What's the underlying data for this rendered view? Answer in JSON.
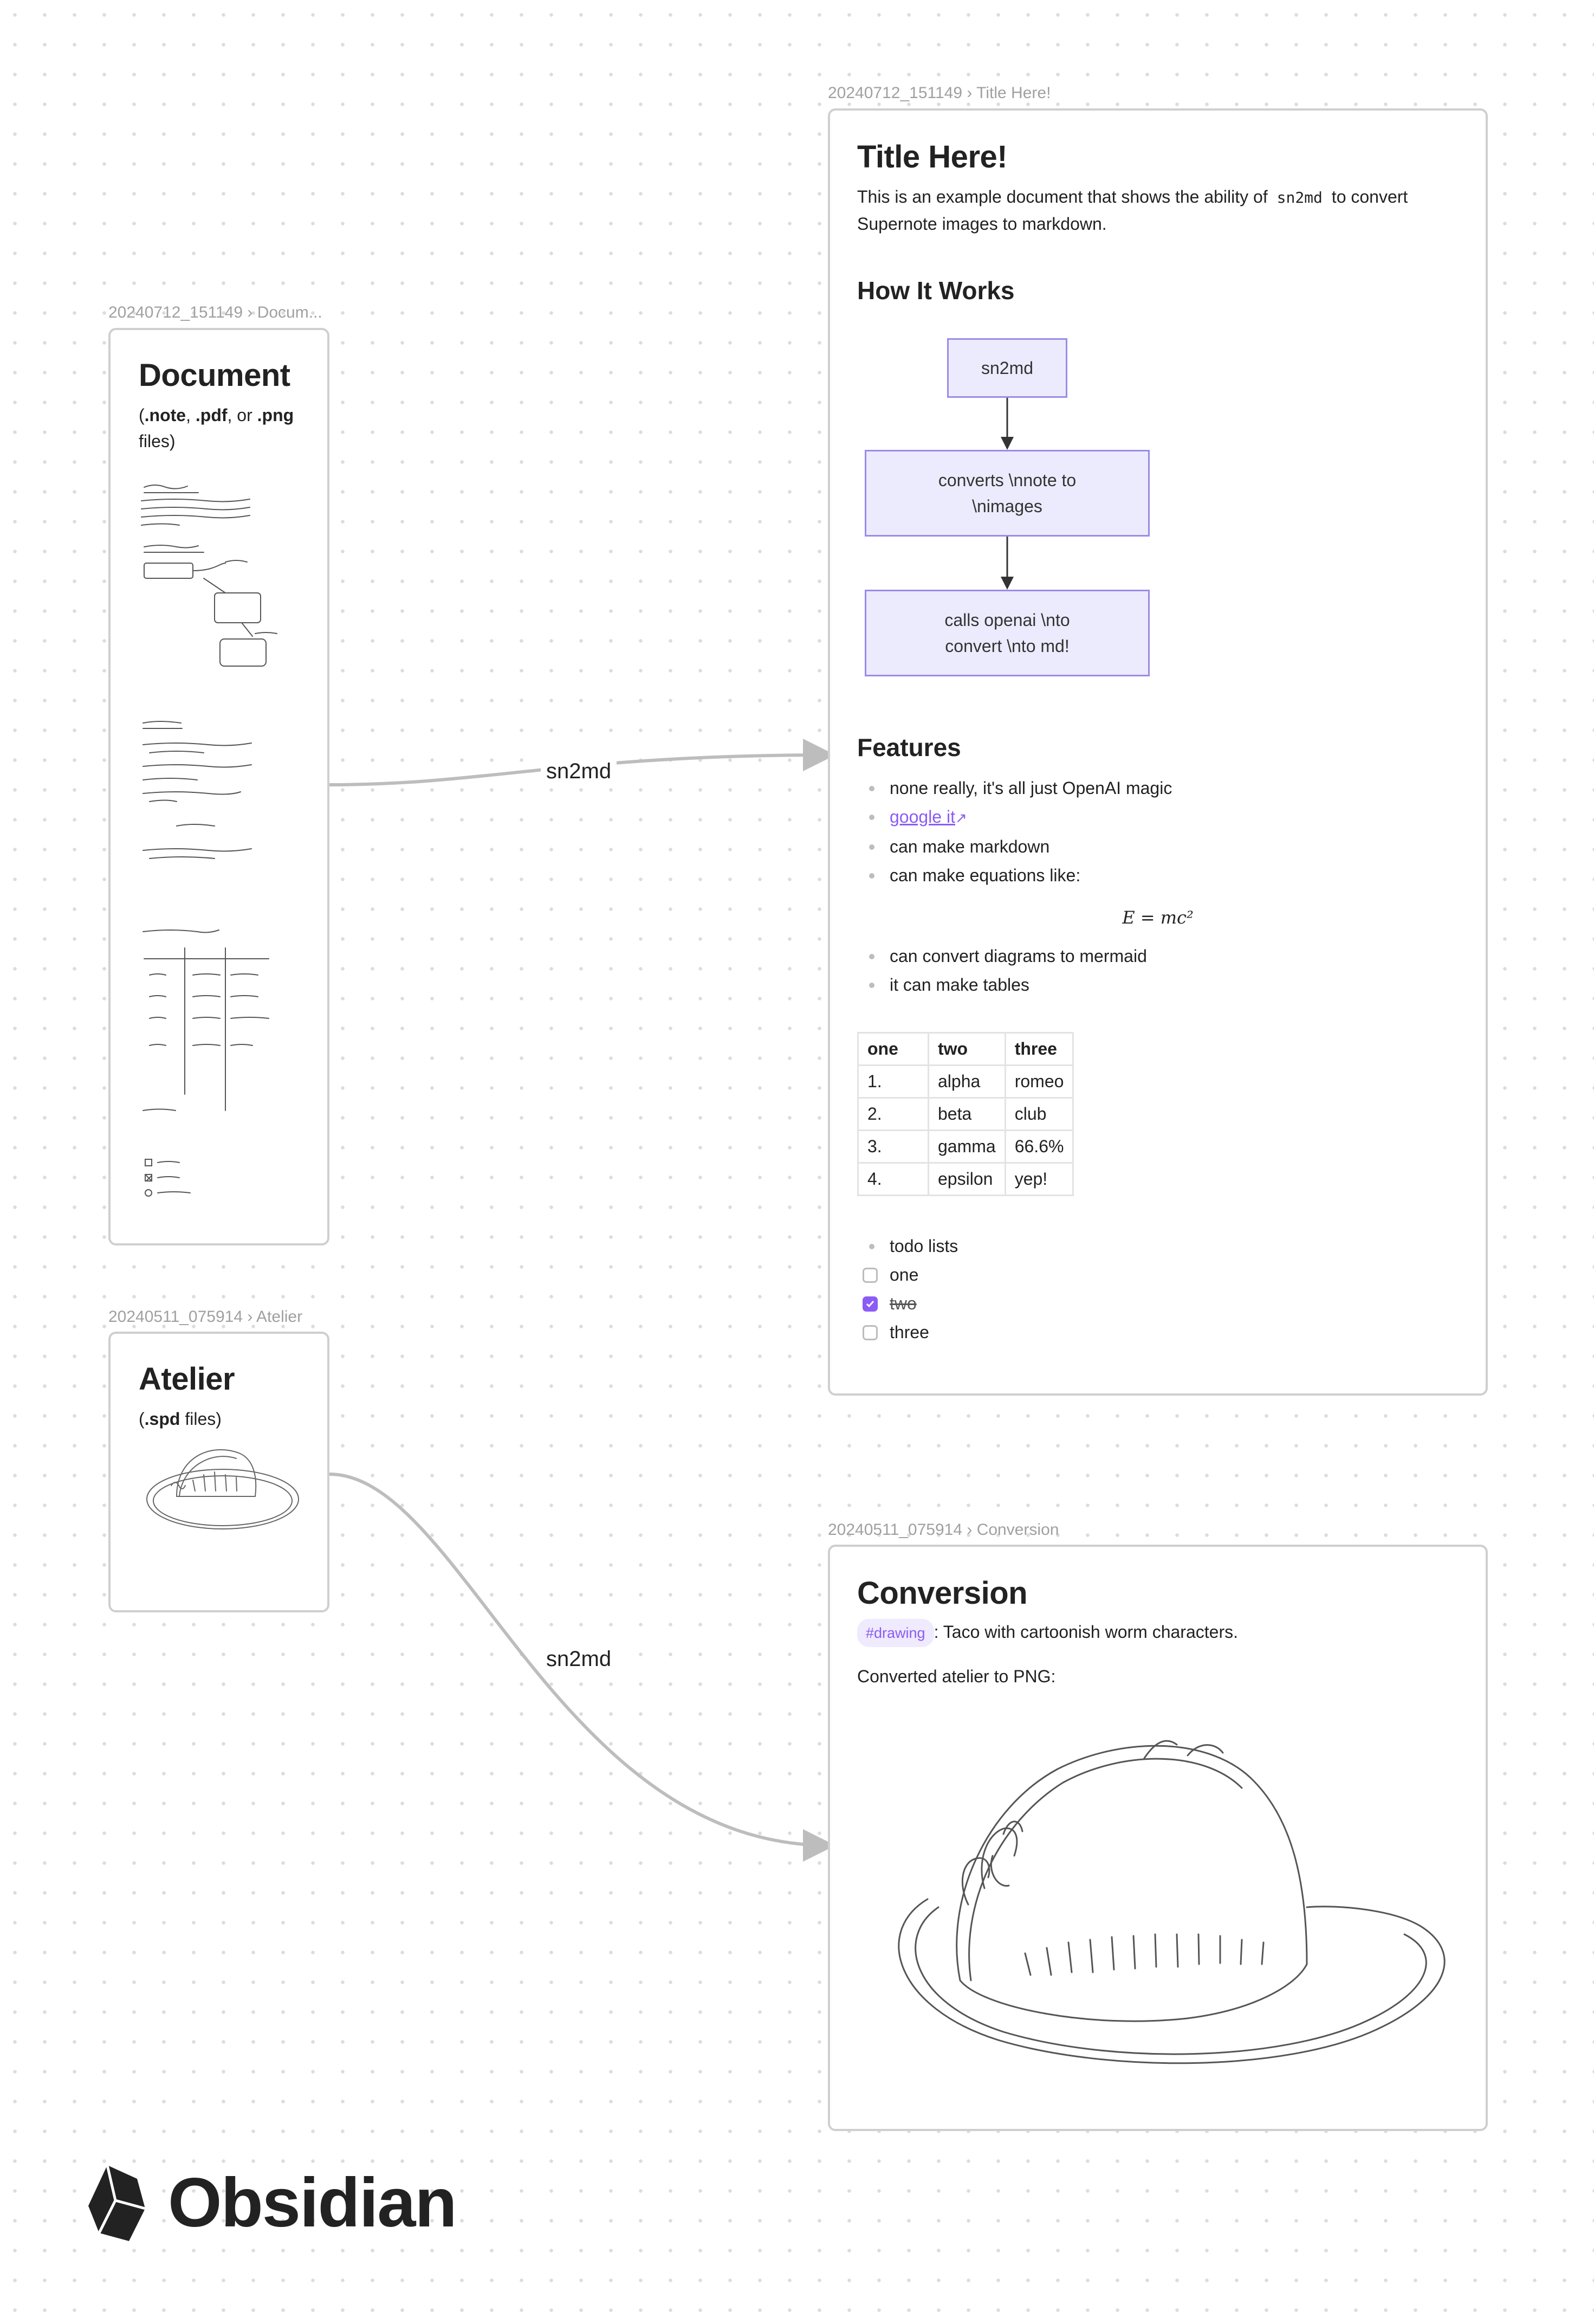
{
  "document_node": {
    "label": "20240712_151149 › Docum...",
    "title": "Document",
    "desc_parts": [
      "(",
      ".note",
      ", ",
      ".pdf",
      ", or ",
      ".png",
      " files)"
    ]
  },
  "atelier_node": {
    "label": "20240511_075914 › Atelier",
    "title": "Atelier",
    "desc_parts": [
      "(",
      ".spd",
      " files)"
    ]
  },
  "edges": {
    "top_label": "sn2md",
    "bottom_label": "sn2md"
  },
  "title_node": {
    "label": "20240712_151149 › Title Here!",
    "title": "Title Here!",
    "intro_1": "This is an example document that shows the ability of",
    "intro_code": "sn2md",
    "intro_2": "to convert Supernote images to markdown.",
    "how_heading": "How It Works",
    "flow": [
      "sn2md",
      "converts \\nnote to \\nimages",
      "calls openai \\nto convert \\nto md!"
    ],
    "features_heading": "Features",
    "features": [
      "none really, it's all just OpenAI magic",
      "google it",
      "can make markdown",
      "can make equations like:"
    ],
    "equation": "E = mc²",
    "features_2": [
      "can convert diagrams to mermaid",
      "it can make tables"
    ],
    "table": {
      "headers": [
        "one",
        "two",
        "three"
      ],
      "rows": [
        [
          "1.",
          "alpha",
          "romeo"
        ],
        [
          "2.",
          "beta",
          "club"
        ],
        [
          "3.",
          "gamma",
          "66.6%"
        ],
        [
          "4.",
          "epsilon",
          "yep!"
        ]
      ]
    },
    "todo_bullet": "todo lists",
    "todos": [
      {
        "text": "one",
        "checked": false
      },
      {
        "text": "two",
        "checked": true
      },
      {
        "text": "three",
        "checked": false
      }
    ]
  },
  "conversion_node": {
    "label": "20240511_075914 › Conversion",
    "title": "Conversion",
    "tag": "#drawing",
    "tag_text": ": Taco with cartoonish worm characters.",
    "converted_text": "Converted atelier to PNG:"
  },
  "brand": {
    "name": "Obsidian"
  },
  "colors": {
    "accent": "#8a5cf5",
    "edge": "#bdbdbd",
    "card_border": "#cfcfcf",
    "flow_fill": "#ecebfe"
  }
}
